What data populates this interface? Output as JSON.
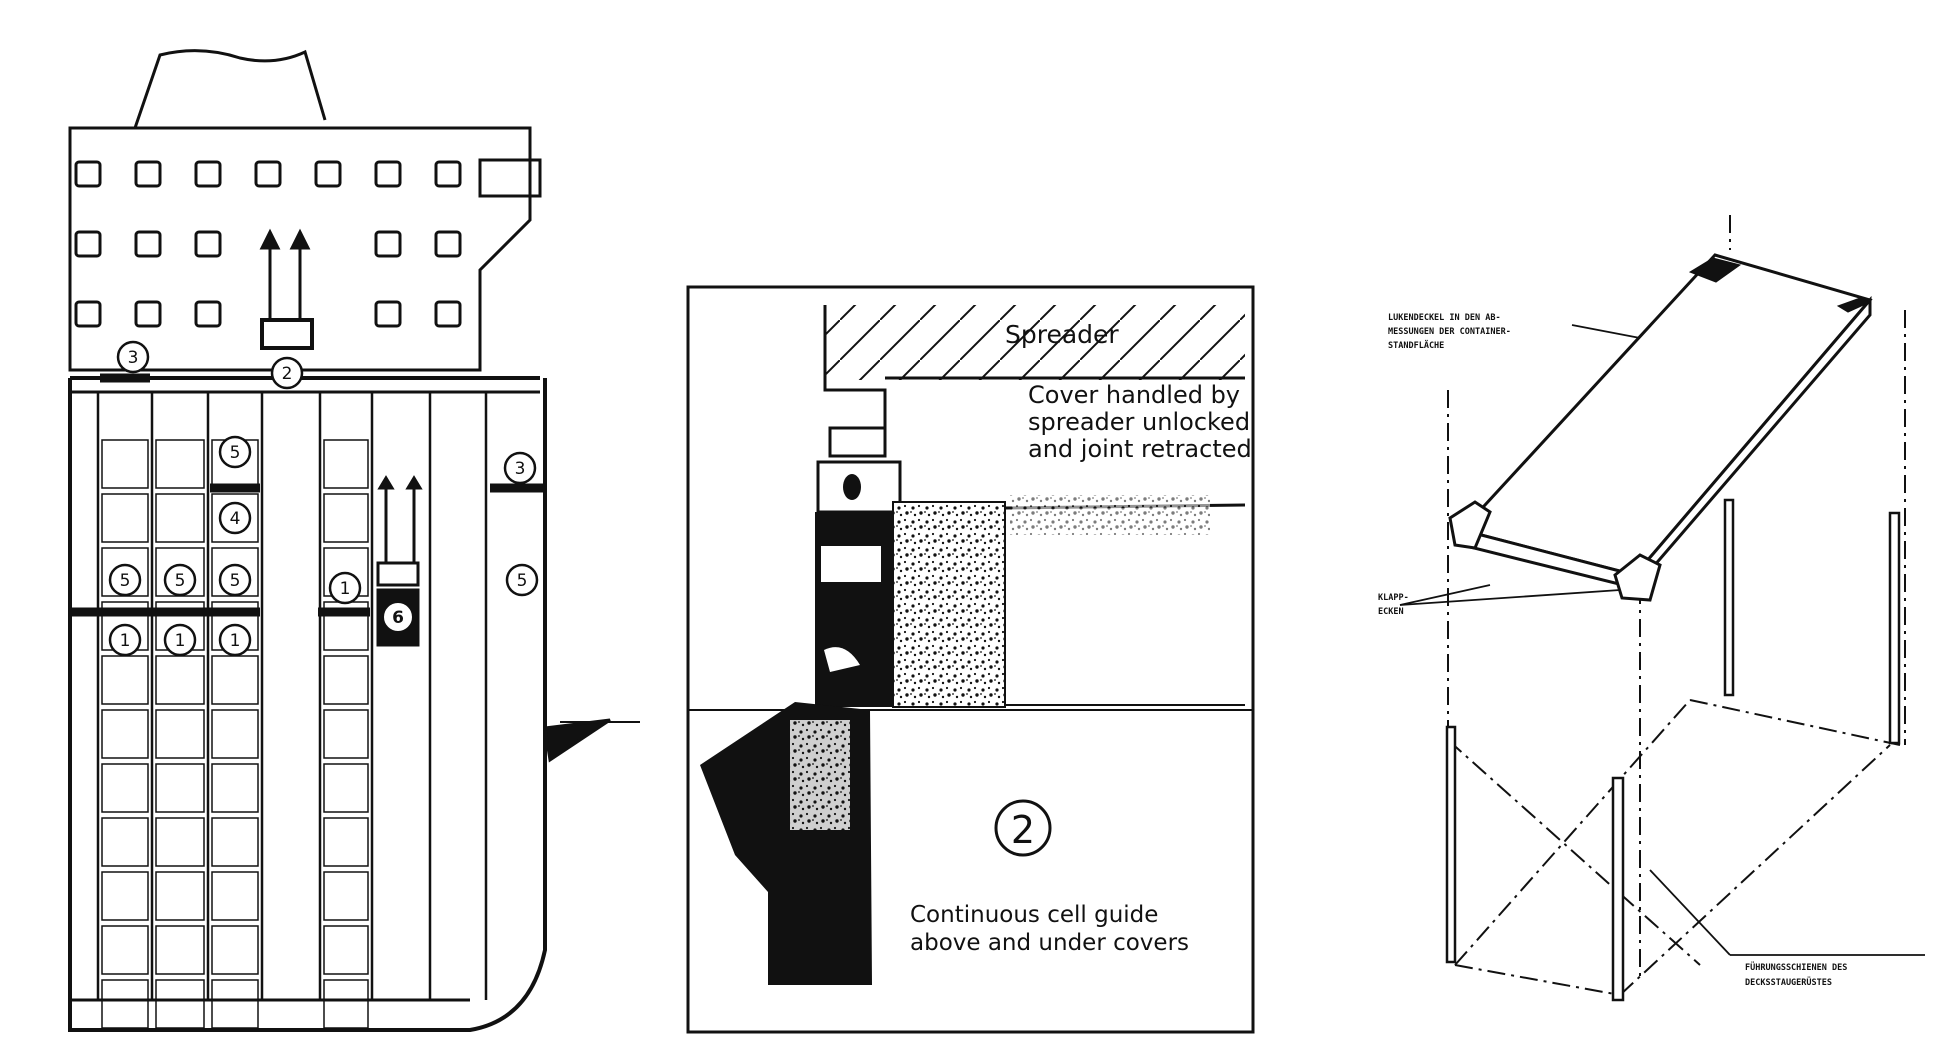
{
  "markers": {
    "one": "1",
    "two": "2",
    "three": "3",
    "four": "4",
    "five": "5",
    "six": "6"
  },
  "panel_middle": {
    "spreader": "Spreader",
    "cover_line1": "Cover handled by",
    "cover_line2": "spreader unlocked",
    "cover_line3": "and joint retracted",
    "step": "2",
    "guide_line1": "Continuous cell guide",
    "guide_line2": "above and under covers"
  },
  "panel_right": {
    "lid_line1": "LUKENDECKEL IN DEN AB-",
    "lid_line2": "MESSUNGEN DER CONTAINER-",
    "lid_line3": "STANDFLÄCHE",
    "corner_line1": "KLAPP-",
    "corner_line2": "ECKEN",
    "rail_line1": "FÜHRUNGSSCHIENEN DES",
    "rail_line2": "DECKSSTAUGERÜSTES"
  },
  "colors": {
    "ink": "#111111",
    "paper": "#ffffff"
  }
}
